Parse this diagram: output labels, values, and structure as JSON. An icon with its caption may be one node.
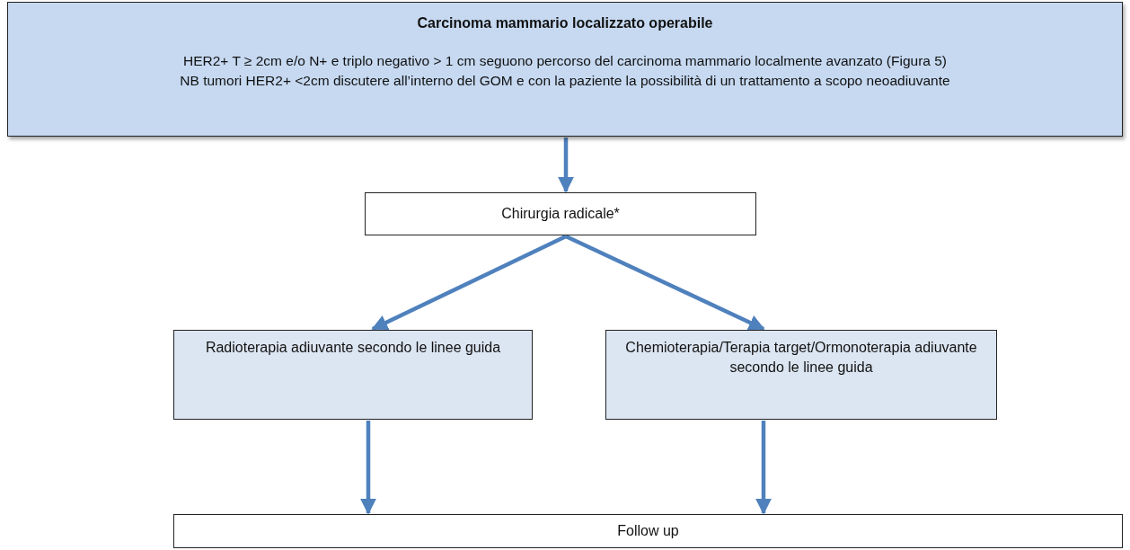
{
  "diagram": {
    "nodes": [
      {
        "text": [
          "Carcinoma mammario localizzato operabile",
          "HER2+ T ≥ 2cm e/o N+ e triplo negativo > 1 cm seguono percorso del carcinoma mammario localmente avanzato (Figura 5)",
          "NB tumori HER2+ <2cm discutere all’interno del GOM e con la paziente la possibilità di un trattamento a scopo neoadiuvante"
        ]
      },
      {
        "text": [
          "Chirurgia radicale*"
        ]
      },
      {
        "text": [
          "Radioterapia adiuvante secondo le linee guida"
        ]
      },
      {
        "text": [
          "Chemioterapia/Terapia target/Ormonoterapia adiuvante secondo le linee guida"
        ]
      },
      {
        "text": [
          "Follow up"
        ]
      }
    ],
    "edges": [
      {
        "from": 0,
        "to": 1,
        "arrow": "to"
      },
      {
        "from": 1,
        "to": 2,
        "arrow": "to"
      },
      {
        "from": 1,
        "to": 3,
        "arrow": "to"
      },
      {
        "from": 2,
        "to": 4,
        "arrow": "to"
      },
      {
        "from": 3,
        "to": 4,
        "arrow": "to"
      }
    ]
  }
}
